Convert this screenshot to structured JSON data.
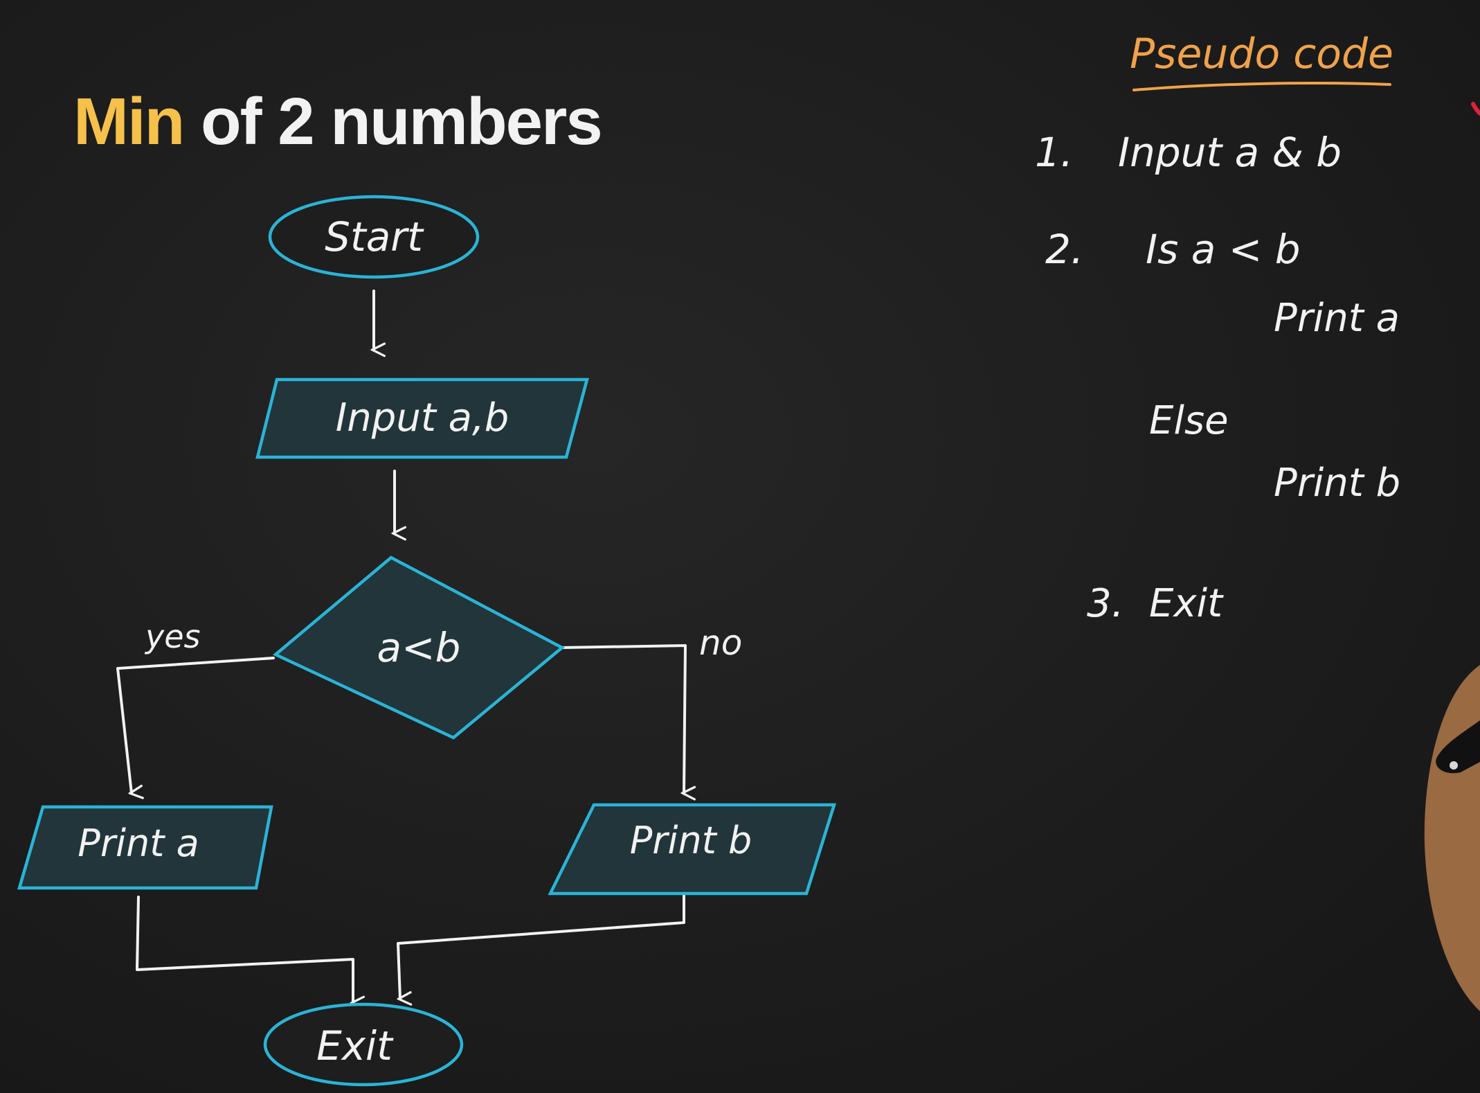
{
  "title": {
    "accent": "Min",
    "rest": " of 2 numbers"
  },
  "flowchart": {
    "start": "Start",
    "input": "Input a,b",
    "decision": "a<b",
    "yes_label": "yes",
    "no_label": "no",
    "print_a": "Print a",
    "print_b": "Print b",
    "exit": "Exit"
  },
  "pseudocode": {
    "heading": "Pseudo code",
    "steps": [
      {
        "num": "1.",
        "text": "Input a & b"
      },
      {
        "num": "2.",
        "text": "Is a < b"
      },
      {
        "num": "",
        "text": "Print a"
      },
      {
        "num": "",
        "text": "Else"
      },
      {
        "num": "",
        "text": "Print b"
      },
      {
        "num": "3.",
        "text": "Exit"
      }
    ]
  },
  "colors": {
    "board": "#1e1e1e",
    "accent": "#f6c14b",
    "shape_stroke": "#2ab4d6",
    "shape_fill": "#22353a",
    "chalk": "#f2f2f2",
    "pseudo_heading": "#f0a24a"
  }
}
